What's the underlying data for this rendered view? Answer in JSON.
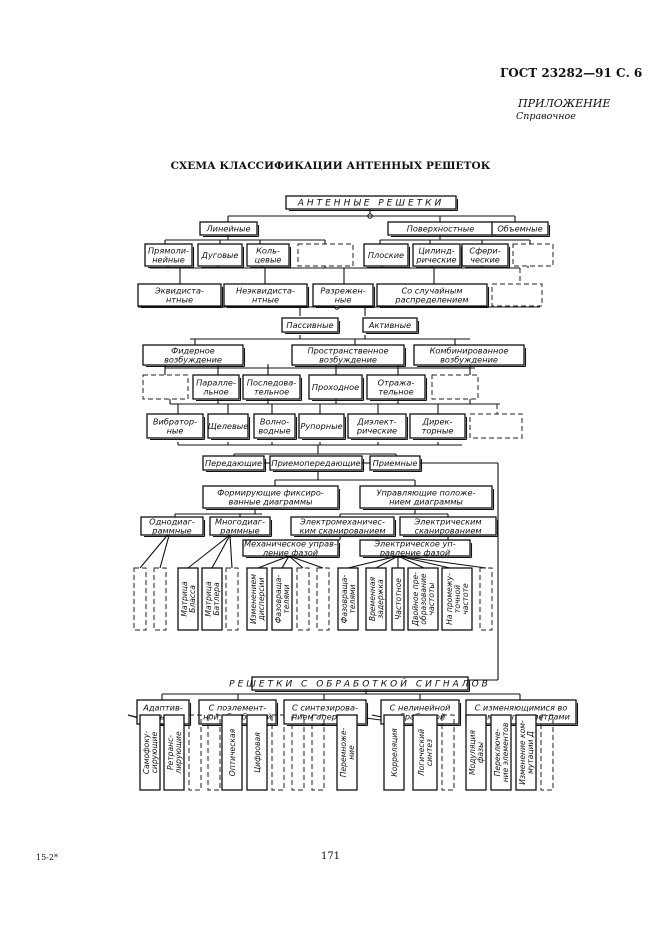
{
  "header": {
    "code": "ГОСТ 23282—91 С. 6",
    "appendix": "ПРИЛОЖЕНИЕ",
    "reference": "Справочное"
  },
  "title": "СХЕМА КЛАССИФИКАЦИИ АНТЕННЫХ РЕШЕТОК",
  "diagram": {
    "root": "АНТЕННЫЕ РЕШЕТКИ",
    "geometry": {
      "linear": "Линейные",
      "surface": "Поверхностные",
      "volume": "Объемные"
    },
    "subgeometry": {
      "straight": [
        "Прямоли-",
        "нейные"
      ],
      "arc": "Дуговые",
      "ring": [
        "Коль-",
        "цевые"
      ],
      "flat": "Плоские",
      "cylinder": [
        "Цилинд-",
        "рические"
      ],
      "sphere": [
        "Сфери-",
        "ческие"
      ]
    },
    "spacing": {
      "equidistant": [
        "Эквидиста-",
        "нтные"
      ],
      "non_equidistant": [
        "Неэквидиста-",
        "нтные"
      ],
      "thinned": [
        "Разрежен-",
        "ные"
      ],
      "random": [
        "Со случайным",
        "распределением"
      ]
    },
    "activity": {
      "passive": "Пассивные",
      "active": "Активные"
    },
    "feed": {
      "feeder": [
        "Фидерное",
        "возбуждение"
      ],
      "spatial": [
        "Пространственное",
        "возбуждение"
      ],
      "combined": [
        "Комбинированное",
        "возбуждение"
      ]
    },
    "feed_type": {
      "parallel": [
        "Паралле-",
        "льное"
      ],
      "series": [
        "Последова-",
        "тельное"
      ],
      "transmissive": "Проходное",
      "reflective": [
        "Отража-",
        "тельное"
      ]
    },
    "element": {
      "dipole": [
        "Вибратор-",
        "ные"
      ],
      "slot": "Щелевые",
      "waveguide": [
        "Волно-",
        "водные"
      ],
      "horn": "Рупорные",
      "dielectric": [
        "Диэлект-",
        "рические"
      ],
      "director": [
        "Дирек-",
        "торные"
      ]
    },
    "function": {
      "transmit": "Передающие",
      "transceive": "Приемопередающие",
      "receive": "Приемные"
    },
    "beam": {
      "forming": [
        "Формирующие фиксиро-",
        "ванные диаграммы"
      ],
      "control": [
        "Управляющие положе-",
        "нием диаграммы"
      ]
    },
    "beam_sub": {
      "single": [
        "Однодиаг-",
        "раммные"
      ],
      "multi": [
        "Многодиаг-",
        "раммные"
      ],
      "electromech": [
        "Электромеханичес-",
        "ким сканированием"
      ],
      "electric": [
        "Электрическим",
        "сканированием"
      ]
    },
    "control_sub": {
      "mechanical": [
        "Механическое управ-",
        "ление фазой"
      ],
      "electrical": [
        "Электрическое уп-",
        "равление фазой"
      ]
    },
    "leaves_multi": [
      [
        "Матрица",
        "Бласса"
      ],
      [
        "Матрица",
        "Батлера"
      ]
    ],
    "leaves_mech": [
      [
        "Изменением",
        "дисперсии"
      ],
      [
        "Фазовраща-",
        "телями"
      ]
    ],
    "leaves_elec": [
      [
        "Фазовраща-",
        "телями"
      ],
      [
        "Временная",
        "задержка"
      ],
      [
        "Частотное"
      ],
      [
        "Двойное пре-",
        "образование",
        "частоты"
      ],
      [
        "На промежу-",
        "точной",
        "частоте"
      ]
    ],
    "processing_root": "РЕШЕТКИ С ОБРАБОТКОЙ СИГНАЛОВ",
    "processing": {
      "adaptive": [
        "Адаптив-",
        "ные"
      ],
      "spacetime": [
        "С поэлемент-",
        "ной обработкой"
      ],
      "synthetic": [
        "С синтезирова-",
        "нием апертуры"
      ],
      "nonlinear": [
        "С нелинейной",
        "обработкой"
      ],
      "timevar": [
        "С изменяющимися во",
        "времени параметрами"
      ]
    },
    "leaves_adaptive": [
      [
        "Самофоку-",
        "сирующие"
      ],
      [
        "Ретранс-",
        "лирующие"
      ]
    ],
    "leaves_spacetime": [
      [
        "Оптическая"
      ],
      [
        "Цифровая"
      ]
    ],
    "leaves_nonlinear": [
      [
        "Перемноже-",
        "ние"
      ],
      [
        "Корреляция"
      ],
      [
        "Логический",
        "синтез"
      ]
    ],
    "leaves_timevar": [
      [
        "Модуляция",
        "фазы"
      ],
      [
        "Переключе-",
        "ние элементов"
      ],
      [
        "Изменение ком-",
        "мутации Д"
      ]
    ]
  },
  "footer": {
    "signature": "15-2*",
    "page": "171"
  }
}
